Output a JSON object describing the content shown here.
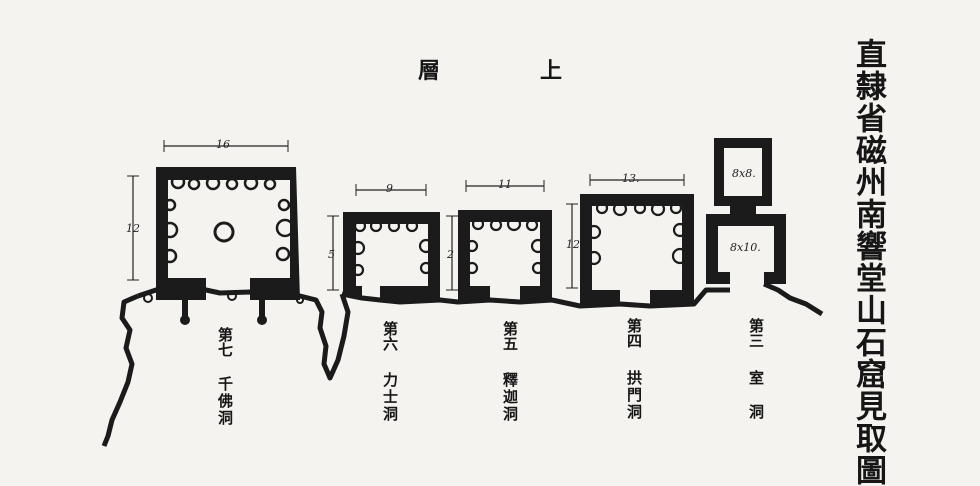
{
  "title": "直隸省磁州南響堂山石窟見取圖",
  "level_label": [
    "層",
    "上"
  ],
  "caves": [
    {
      "number": "第七",
      "name": "千佛洞",
      "width_mark": "16",
      "depth_mark": "12"
    },
    {
      "number": "第六",
      "name": "力士洞",
      "width_mark": "9",
      "depth_mark": "5"
    },
    {
      "number": "第五",
      "name": "釋迦洞",
      "width_mark": "11",
      "depth_mark": "2"
    },
    {
      "number": "第四",
      "name": "拱門洞",
      "width_mark": "13.",
      "depth_mark": "12"
    },
    {
      "number": "第三",
      "name": "室　洞",
      "inner_room": "8x8.",
      "outer_room": "8x10."
    }
  ]
}
